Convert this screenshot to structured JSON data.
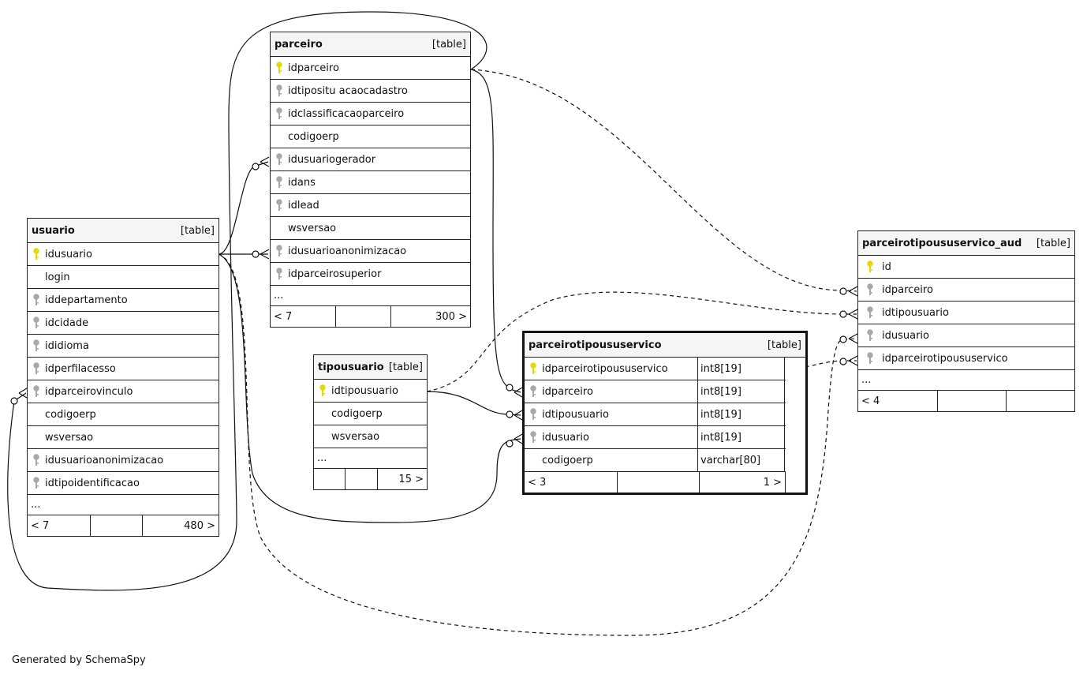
{
  "tables": {
    "usuario": {
      "name": "usuario",
      "type": "[table]",
      "columns": [
        {
          "name": "idusuario",
          "key": "pk"
        },
        {
          "name": "login",
          "key": ""
        },
        {
          "name": "iddepartamento",
          "key": "fk"
        },
        {
          "name": "idcidade",
          "key": "fk"
        },
        {
          "name": "ididioma",
          "key": "fk"
        },
        {
          "name": "idperfilacesso",
          "key": "fk"
        },
        {
          "name": "idparceirovinculo",
          "key": "fk"
        },
        {
          "name": "codigoerp",
          "key": ""
        },
        {
          "name": "wsversao",
          "key": ""
        },
        {
          "name": "idusuarioanonimizacao",
          "key": "fk"
        },
        {
          "name": "idtipoidentificacao",
          "key": "fk"
        }
      ],
      "ellipsis": "...",
      "footer": {
        "parents": "< 7",
        "mid": "",
        "children": "480 >"
      }
    },
    "parceiro": {
      "name": "parceiro",
      "type": "[table]",
      "columns": [
        {
          "name": "idparceiro",
          "key": "pk"
        },
        {
          "name": "idtipositu acaocadastro",
          "key": "fk"
        },
        {
          "name": "idclassificacaoparceiro",
          "key": "fk"
        },
        {
          "name": "codigoerp",
          "key": ""
        },
        {
          "name": "idusuariogerador",
          "key": "fk"
        },
        {
          "name": "idans",
          "key": "fk"
        },
        {
          "name": "idlead",
          "key": "fk"
        },
        {
          "name": "wsversao",
          "key": ""
        },
        {
          "name": "idusuarioanonimizacao",
          "key": "fk"
        },
        {
          "name": "idparceirosuperior",
          "key": "fk"
        }
      ],
      "ellipsis": "...",
      "footer": {
        "parents": "< 7",
        "mid": "",
        "children": "300 >"
      }
    },
    "tipousuario": {
      "name": "tipousuario",
      "type": "[table]",
      "columns": [
        {
          "name": "idtipousuario",
          "key": "pk"
        },
        {
          "name": "codigoerp",
          "key": ""
        },
        {
          "name": "wsversao",
          "key": ""
        }
      ],
      "ellipsis": "...",
      "footer": {
        "parents": "",
        "mid": "",
        "children": "15 >"
      }
    },
    "parceirotipoususervico": {
      "name": "parceirotipoususervico",
      "type": "[table]",
      "columns": [
        {
          "name": "idparceirotipoususervico",
          "key": "pk",
          "dtype": "int8[19]"
        },
        {
          "name": "idparceiro",
          "key": "fk",
          "dtype": "int8[19]"
        },
        {
          "name": "idtipousuario",
          "key": "fk",
          "dtype": "int8[19]"
        },
        {
          "name": "idusuario",
          "key": "fk",
          "dtype": "int8[19]"
        },
        {
          "name": "codigoerp",
          "key": "",
          "dtype": "varchar[80]"
        }
      ],
      "footer": {
        "parents": "< 3",
        "mid": "",
        "children": "1 >"
      }
    },
    "parceirotipoususervico_aud": {
      "name": "parceirotipoususervico_aud",
      "type": "[table]",
      "columns": [
        {
          "name": "id",
          "key": "pk"
        },
        {
          "name": "idparceiro",
          "key": "fk"
        },
        {
          "name": "idtipousuario",
          "key": "fk"
        },
        {
          "name": "idusuario",
          "key": "fk"
        },
        {
          "name": "idparceirotipoususervico",
          "key": "fk"
        }
      ],
      "ellipsis": "...",
      "footer": {
        "parents": "< 4",
        "mid": "",
        "children": ""
      }
    }
  },
  "footer_text": "Generated by SchemaSpy",
  "colors": {
    "pk_key": "#e8d800",
    "fk_key": "#a8a8a8",
    "header_bg": "#f5f5f5"
  }
}
